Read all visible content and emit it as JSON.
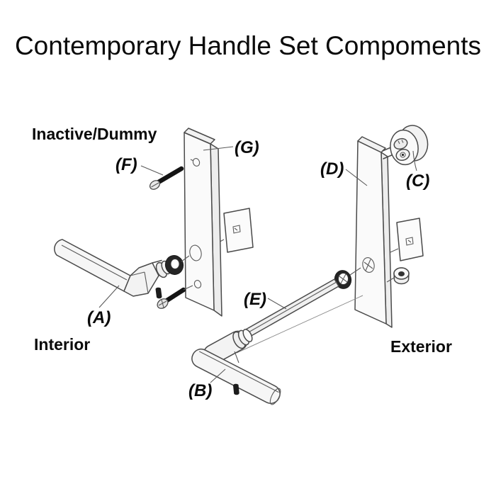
{
  "title": "Contemporary Handle Set Compoments",
  "section_labels": {
    "inactive_dummy": "Inactive/Dummy",
    "interior": "Interior",
    "exterior": "Exterior"
  },
  "part_labels": {
    "a": "(A)",
    "b": "(B)",
    "c": "(C)",
    "d": "(D)",
    "e": "(E)",
    "f": "(F)",
    "g": "(G)"
  },
  "colors": {
    "background": "#ffffff",
    "line": "#4a4a4a",
    "dark_part": "#1c1c1c",
    "light_fill": "#f6f6f6",
    "text": "#0a0a0a"
  }
}
